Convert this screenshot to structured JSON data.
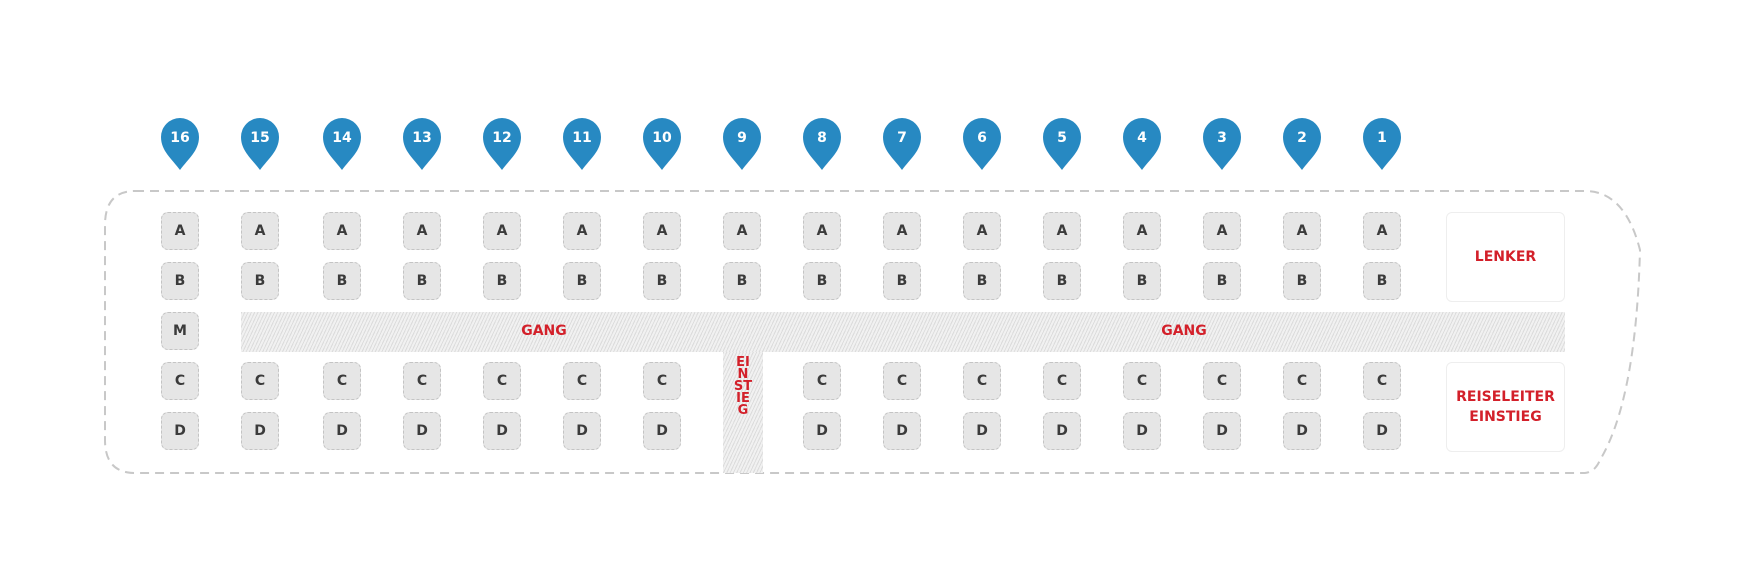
{
  "colors": {
    "pin": "#2789c2",
    "seat_fill": "#e6e6e6",
    "seat_border": "#c4c4c4",
    "seat_text": "#3b3b3b",
    "label_red": "#d3202a",
    "outline": "#c8c8c8"
  },
  "icons": {
    "row_marker": "map-pin-icon"
  },
  "rows": [
    "16",
    "15",
    "14",
    "13",
    "12",
    "11",
    "10",
    "9",
    "8",
    "7",
    "6",
    "5",
    "4",
    "3",
    "2",
    "1"
  ],
  "seat_labels": {
    "a": "A",
    "b": "B",
    "c": "C",
    "d": "D",
    "middle": "M"
  },
  "aisle": {
    "label_left": "GANG",
    "label_right": "GANG"
  },
  "entrance": {
    "label": "EINSTIEG"
  },
  "driver": {
    "label": "LENKER"
  },
  "guide": {
    "label_line1": "REISELEITER",
    "label_line2": "EINSTIEG"
  }
}
